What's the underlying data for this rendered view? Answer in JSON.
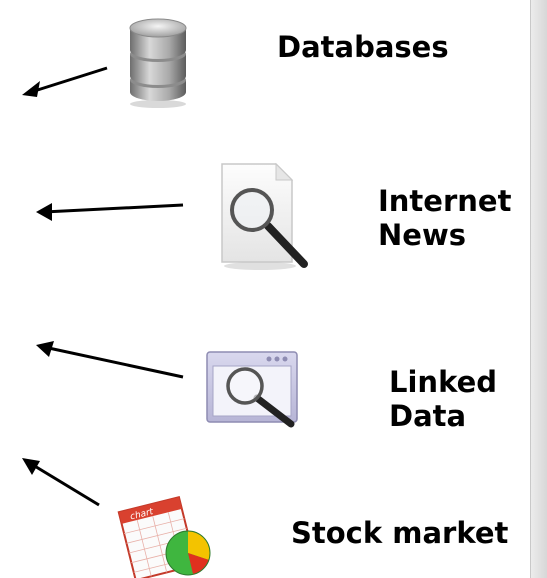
{
  "labels": {
    "databases": "Databases",
    "internet_line1": "Internet",
    "internet_line2": "News",
    "linked_line1": "Linked",
    "linked_line2": "Data",
    "stock": "Stock market"
  },
  "icons": {
    "databases": "database-icon",
    "internet_news": "document-search-icon",
    "linked_data": "window-search-icon",
    "stock_market": "spreadsheet-chart-icon"
  },
  "chart_icon_text": "chart",
  "colors": {
    "text": "#000000",
    "arrow": "#000000",
    "scrollbar": "#dcdcdc"
  }
}
